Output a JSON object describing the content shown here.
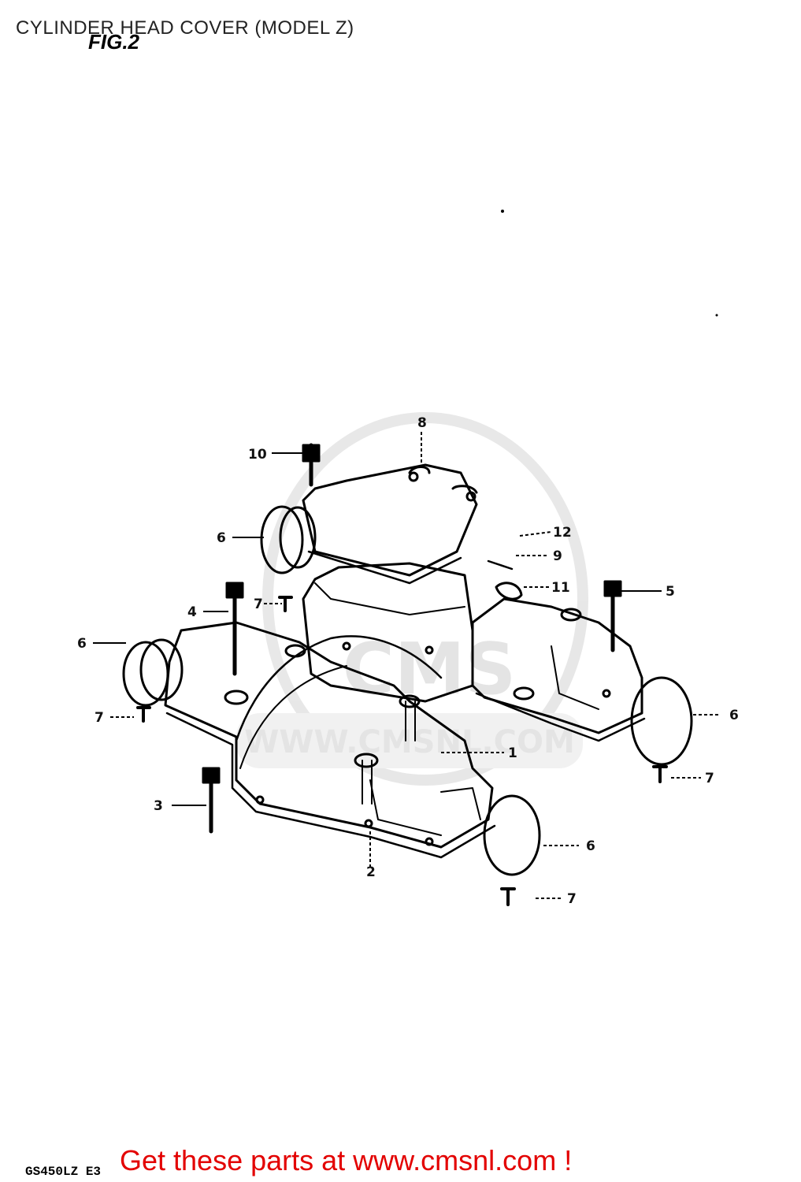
{
  "header": {
    "title": "CYLINDER HEAD COVER (MODEL Z)",
    "figure_label": "FIG.2"
  },
  "footer": {
    "model_code": "GS450LZ E3",
    "promo_text": "Get these parts at www.cmsnl.com !"
  },
  "watermark": {
    "text": "WWW.CMSNL.COM",
    "logo_text": "CMS"
  },
  "callouts": {
    "c1": "1",
    "c2": "2",
    "c3": "3",
    "c4": "4",
    "c5": "5",
    "c6a": "6",
    "c6b": "6",
    "c6c": "6",
    "c6d": "6",
    "c7a": "7",
    "c7b": "7",
    "c7c": "7",
    "c7d": "7",
    "c8": "8",
    "c9": "9",
    "c10": "10",
    "c11": "11",
    "c12": "12"
  },
  "colors": {
    "promo": "#e30000",
    "line_art": "#000000",
    "watermark": "#cfcfcf"
  }
}
